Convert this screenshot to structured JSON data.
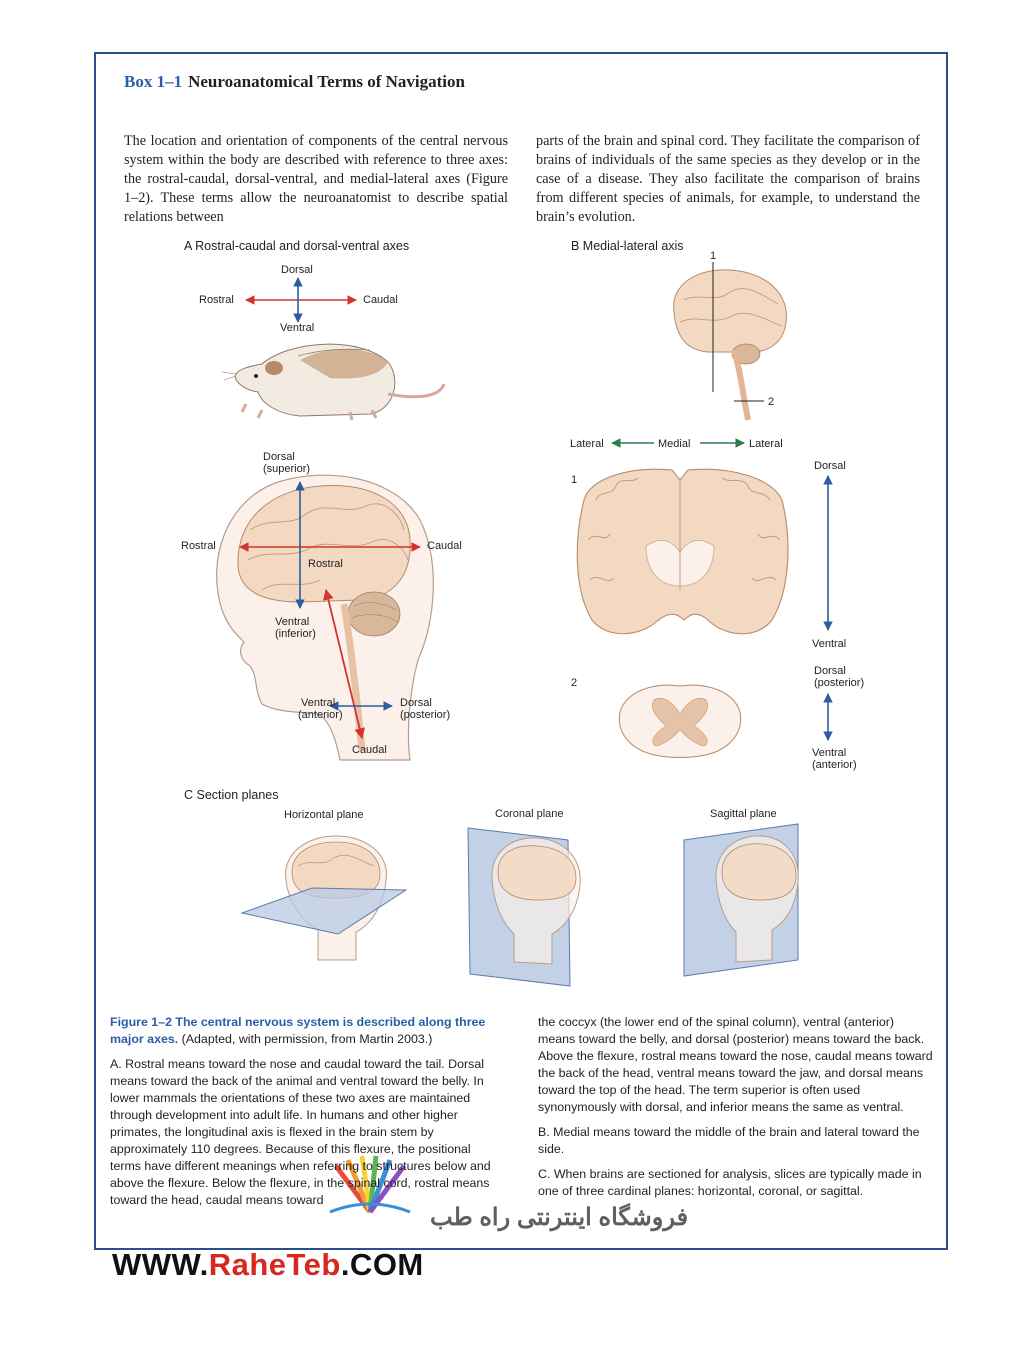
{
  "box": {
    "number": "Box 1–1",
    "title": "Neuroanatomical Terms of Navigation"
  },
  "intro": {
    "left": "The location and orientation of components of the central nervous system within the body are described with reference to three axes: the rostral-caudal, dorsal-ventral, and medial-lateral axes (Figure 1–2). These terms allow the neuroanatomist to describe spatial relations between",
    "right": "parts of the brain and spinal cord. They facilitate the comparison of brains of individuals of the same species as they develop or in the case of a disease. They also facilitate the comparison of brains from different species of animals, for example, to understand the brain’s evolution."
  },
  "panel_a": {
    "label": "A  Rostral-caudal and dorsal-ventral axes",
    "rat": {
      "dorsal": "Dorsal",
      "ventral": "Ventral",
      "rostral": "Rostral",
      "caudal": "Caudal"
    },
    "human": {
      "dorsal": "Dorsal",
      "superior": "(superior)",
      "rostral_left": "Rostral",
      "caudal_right": "Caudal",
      "rostral_inner": "Rostral",
      "ventral": "Ventral",
      "inferior": "(inferior)",
      "ventral2": "Ventral",
      "anterior": "(anterior)",
      "dorsal2": "Dorsal",
      "posterior": "(posterior)",
      "caudal_bottom": "Caudal"
    }
  },
  "panel_b": {
    "label": "B  Medial-lateral axis",
    "marker_1": "1",
    "marker_2": "2",
    "lateral_left": "Lateral",
    "medial": "Medial",
    "lateral_right": "Lateral",
    "section1": "1",
    "section2": "2",
    "dorsal": "Dorsal",
    "ventral": "Ventral",
    "dorsal2": "Dorsal",
    "posterior": "(posterior)",
    "ventral2": "Ventral",
    "anterior": "(anterior)"
  },
  "panel_c": {
    "label": "C  Section planes",
    "horizontal": "Horizontal plane",
    "coronal": "Coronal plane",
    "sagittal": "Sagittal plane"
  },
  "caption": {
    "heading": "Figure 1–2  The central nervous system is described along three major axes.",
    "source": " (Adapted, with permission, from Martin 2003.)",
    "a": "A.  Rostral means toward the nose and caudal toward the tail. Dorsal means toward the back of the animal and ventral toward the belly. In lower mammals the orientations of these two axes are maintained through development into adult life. In humans and other higher primates, the longitudinal axis is flexed in the brain stem by approximately 110 degrees. Because of this flexure, the positional terms have different meanings when referring to structures below and above the flexure. Below the flexure, in the spinal cord, rostral means toward the head, caudal means toward",
    "a_cont": "the coccyx (the lower end of the spinal column), ventral (anterior) means toward the belly, and dorsal (posterior) means toward the back. Above the flexure, rostral means toward the nose, caudal means toward the back of the head, ventral means toward the jaw, and dorsal means toward the top of the head. The term superior is often used synonymously with dorsal, and inferior means the same as ventral.",
    "b": "B.  Medial means toward the middle of the brain and lateral toward the side.",
    "c": "C.  When brains are sectioned for analysis, slices are typically made in one of three cardinal planes: horizontal, coronal, or sagittal."
  },
  "watermark": {
    "prefix": "WWW.",
    "brand": "RaheTeb",
    "suffix": ".COM",
    "persian": "فروشگاه اینترنتی راه طب"
  },
  "colors": {
    "frame": "#2b4f88",
    "heading_blue": "#2b5ea8",
    "axis_red": "#d2352b",
    "axis_blue": "#2d5d9c",
    "brain": "#f3d9c2"
  }
}
